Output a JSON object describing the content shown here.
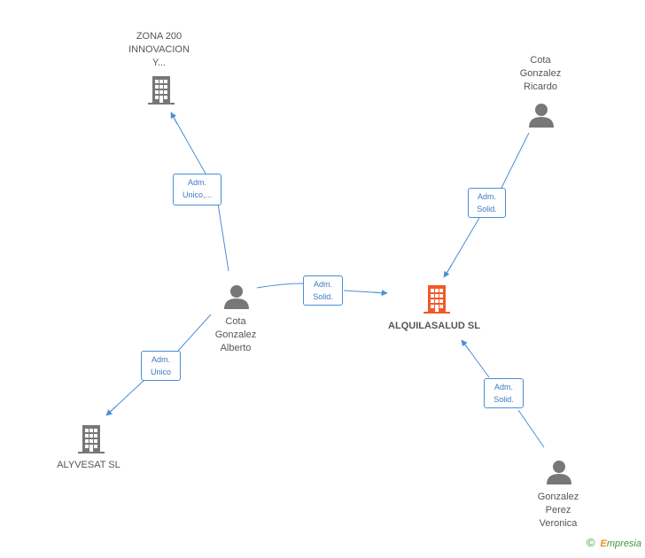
{
  "nodes": {
    "zona200": {
      "label": [
        "ZONA 200",
        "INNOVACION",
        "Y..."
      ],
      "type": "company"
    },
    "cota_ricardo": {
      "label": [
        "Cota",
        "Gonzalez",
        "Ricardo"
      ],
      "type": "person"
    },
    "cota_alberto": {
      "label": [
        "Cota",
        "Gonzalez",
        "Alberto"
      ],
      "type": "person"
    },
    "alquilasalud": {
      "label": [
        "ALQUILASALUD SL"
      ],
      "type": "company-main"
    },
    "alyvesat": {
      "label": [
        "ALYVESAT SL"
      ],
      "type": "company"
    },
    "gonzalez_veronica": {
      "label": [
        "Gonzalez",
        "Perez",
        "Veronica"
      ],
      "type": "person"
    }
  },
  "edges": {
    "alberto_zona": [
      "Adm.",
      "Unico,..."
    ],
    "alberto_alquila": [
      "Adm.",
      "Solid."
    ],
    "ricardo_alquila": [
      "Adm.",
      "Solid."
    ],
    "alberto_alyvesat": [
      "Adm.",
      "Unico"
    ],
    "veronica_alquila": [
      "Adm.",
      "Solid."
    ]
  },
  "colors": {
    "edge": "#4a8fd6",
    "node": "#777777",
    "main": "#f05a28"
  },
  "footer": {
    "copyright": "©",
    "brand_first": "E",
    "brand_rest": "mpresia"
  }
}
